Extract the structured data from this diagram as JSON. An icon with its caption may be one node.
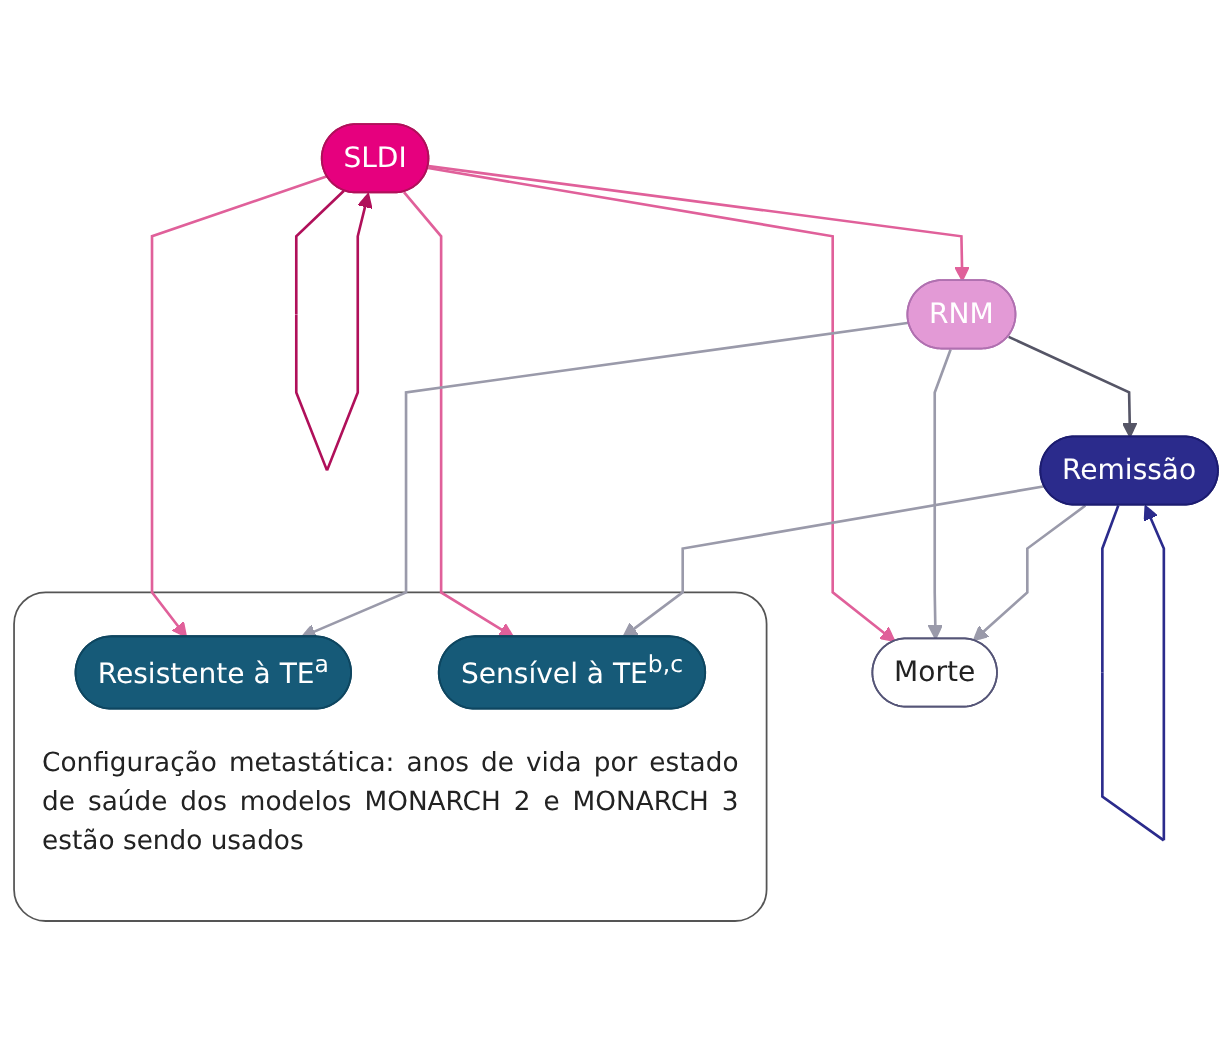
{
  "diagram": {
    "nodes": [
      {
        "text": [
          "SLDI"
        ]
      },
      {
        "text": [
          "RNM"
        ]
      },
      {
        "text": [
          "Morte"
        ]
      },
      {
        "text": [
          "Remissão"
        ]
      },
      {
        "text": [
          "Configuração metastática: anos de vida por estado de saúde dos modelos MONARCH 2 e MONARCH 3 estão sendo usados"
        ]
      },
      {
        "text": [
          "Resistente à TE$^{a}$"
        ],
        "in": 4
      },
      {
        "text": [
          "Sensível à TE$^{b,c}$"
        ],
        "in": 4
      }
    ],
    "edges": [
      {
        "from": 0,
        "to": 0,
        "arrow": "to",
        "color": "#b0105a"
      },
      {
        "from": 0,
        "to": 2,
        "arrow": "to",
        "color": "#e0609a"
      },
      {
        "from": 0,
        "to": 1,
        "arrow": "to",
        "color": "#e0609a"
      },
      {
        "from": 1,
        "to": 2,
        "arrow": "to"
      },
      {
        "from": 1,
        "to": 3,
        "arrow": "to",
        "color": "#555566"
      },
      {
        "from": 3,
        "to": 2,
        "arrow": "to"
      },
      {
        "from": 3,
        "to": 3,
        "arrow": "to",
        "color": "#2b2b8c"
      },
      {
        "from": 0,
        "to": 5,
        "arrow": "to",
        "color": "#e0609a"
      },
      {
        "from": 0,
        "to": 6,
        "arrow": "to",
        "color": "#e0609a"
      },
      {
        "from": 1,
        "to": 5,
        "arrow": "to"
      },
      {
        "from": 3,
        "to": 6,
        "arrow": "to"
      }
    ]
  }
}
